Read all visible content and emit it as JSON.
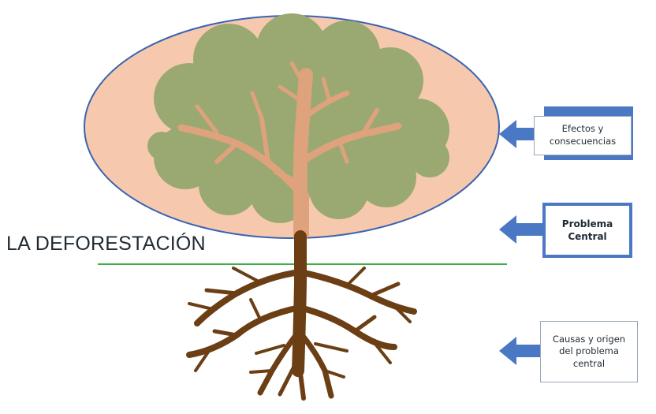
{
  "title": "LA DEFORESTACIÓN",
  "labels": {
    "effects": [
      "Efectos y",
      "consecuencias"
    ],
    "central": [
      "Problema",
      "Central"
    ],
    "causes": [
      "Causas y origen",
      "del problema",
      "central"
    ]
  },
  "colors": {
    "ellipse_fill": "#f6c9ae",
    "ellipse_stroke": "#3b63b0",
    "foliage": "#9aa872",
    "trunk": "#dea27c",
    "roots": "#6b3e14",
    "ground_line": "#3fae49",
    "arrow": "#4a78c4",
    "box_border": "#4a78c4"
  }
}
